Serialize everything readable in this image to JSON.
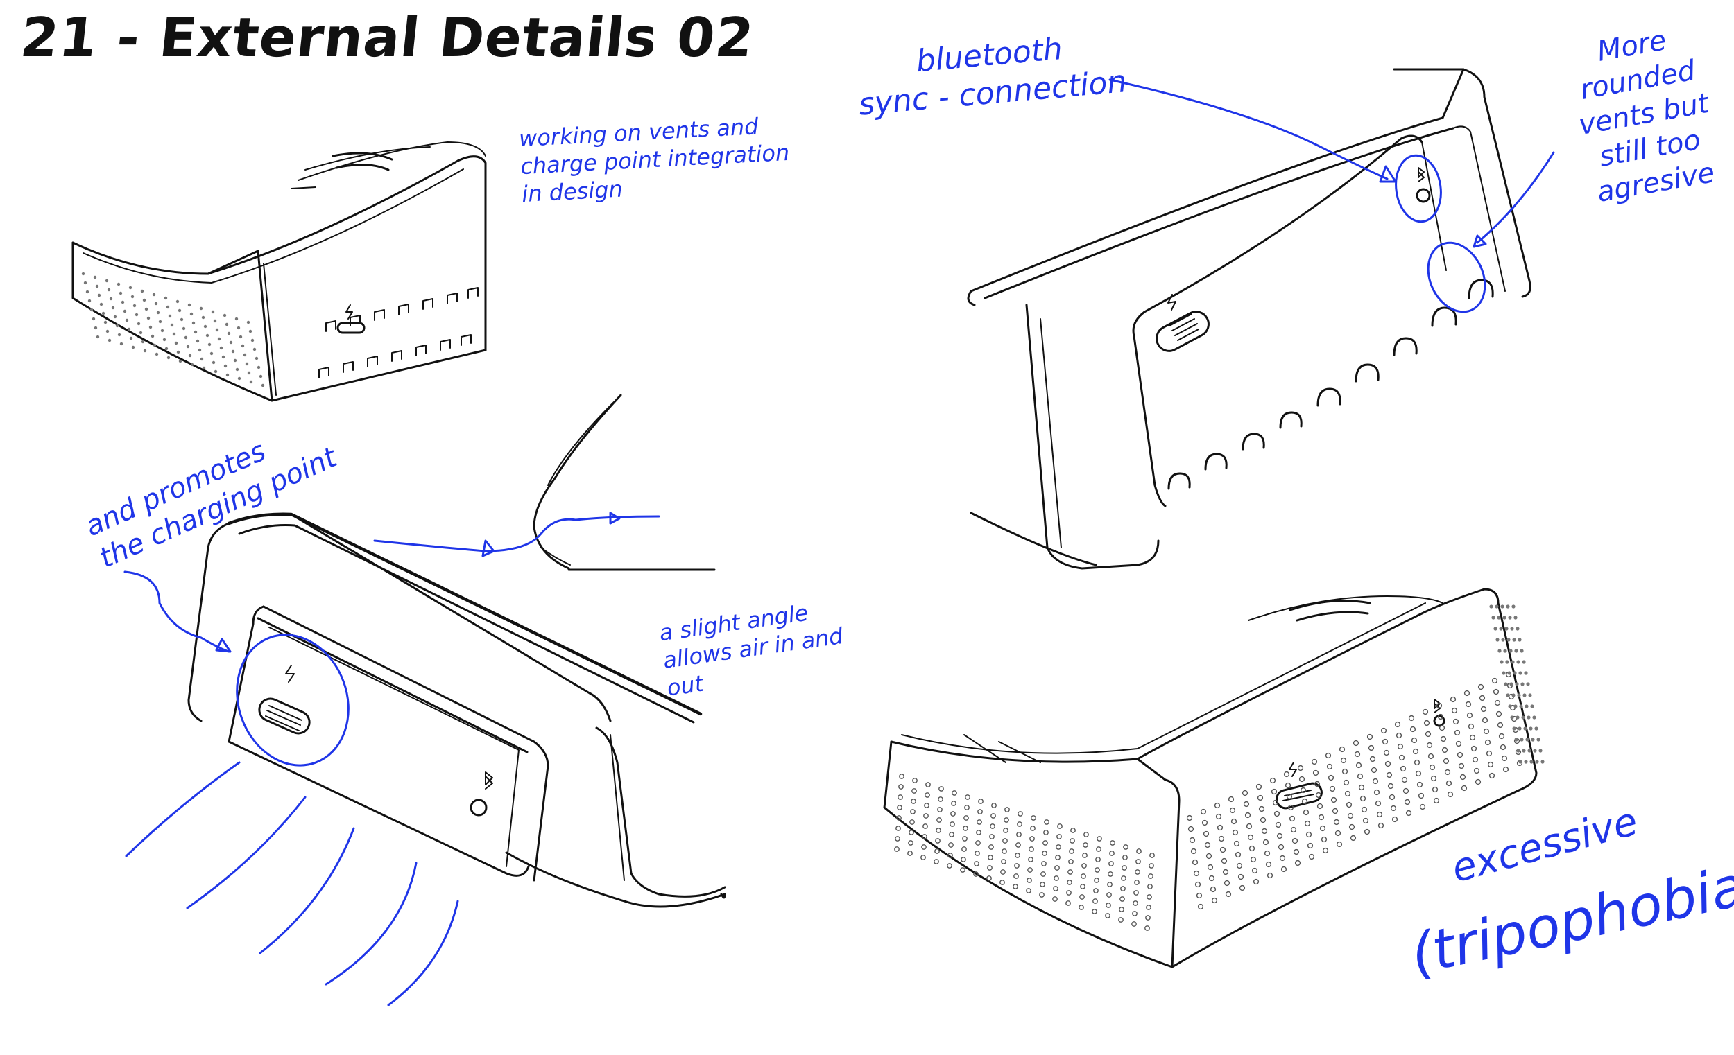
{
  "title": "21 - External Details 02",
  "annotation_color": "#1f35e8",
  "ink_color": "#111111",
  "notes": {
    "vents_charge": "working on vents and\ncharge point integration\nin design",
    "bluetooth": "bluetooth\nsync - connection",
    "rounded_vents": "More rounded\nvents but\nstill too\nagresive",
    "promotes": "and promotes\nthe charging point",
    "slight_angle": "a slight angle\nallows air in and\nout",
    "excessive": "excessive",
    "tripophobia": "(tripophobia)"
  },
  "icons": {
    "charge": "lightning-bolt",
    "bluetooth": "bluetooth-symbol"
  }
}
